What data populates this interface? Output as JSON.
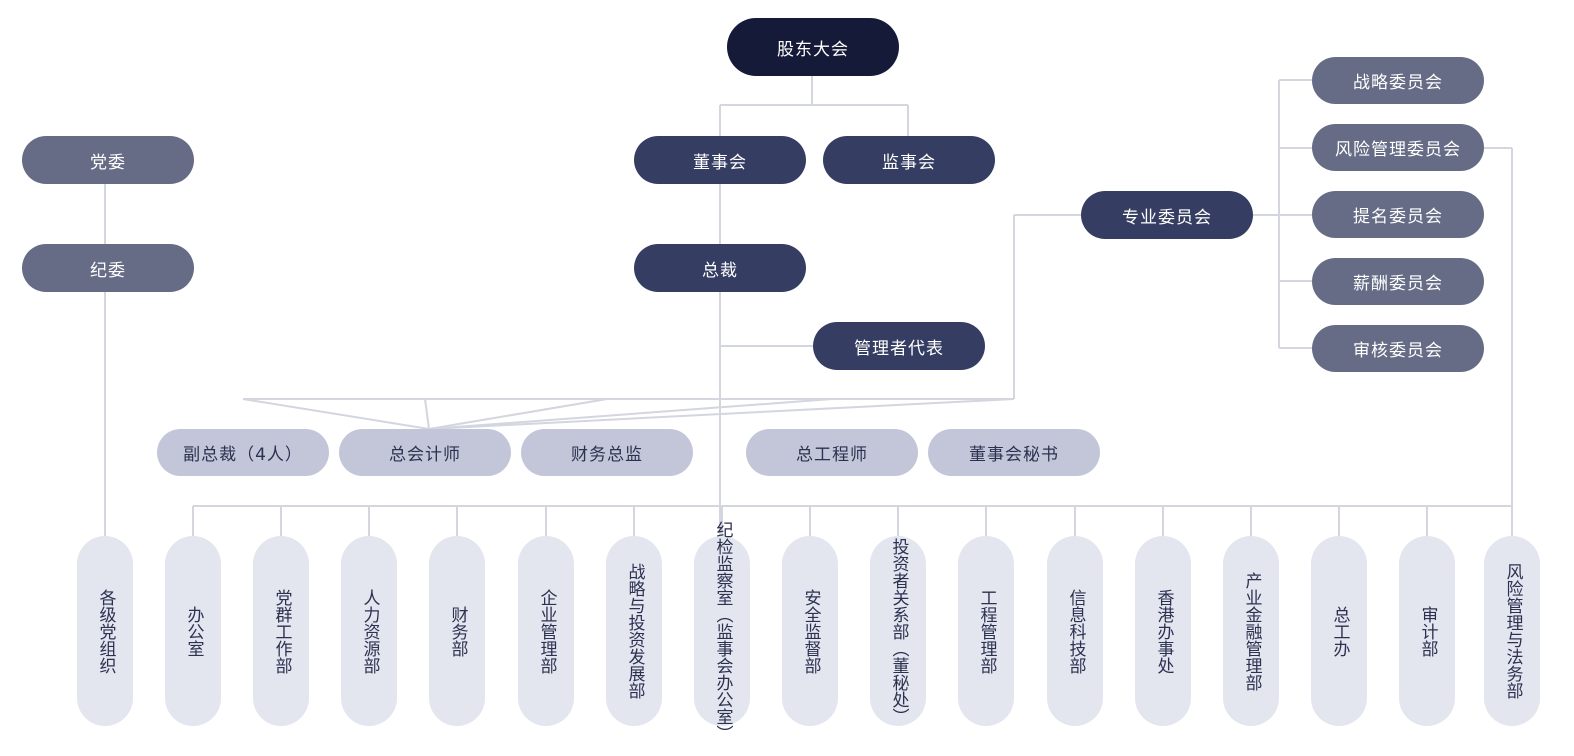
{
  "org": {
    "top": "股东大会",
    "board": "董事会",
    "supervisory": "监事会",
    "president": "总裁",
    "mgmt_rep": "管理者代表",
    "special_committee": "专业委员会",
    "party_committee": "党委",
    "discipline_committee": "纪委",
    "committees": [
      "战略委员会",
      "风险管理委员会",
      "提名委员会",
      "薪酬委员会",
      "审核委员会"
    ],
    "executives": [
      "副总裁（4人）",
      "总会计师",
      "财务总监",
      "总工程师",
      "董事会秘书"
    ],
    "departments": [
      "各级党组织",
      "办公室",
      "党群工作部",
      "人力资源部",
      "财务部",
      "企业管理部",
      "战略与投资发展部",
      "纪检监察室（监事会办公室）",
      "安全监督部",
      "投资者关系部（董秘处）",
      "工程管理部",
      "信息科技部",
      "香港办事处",
      "产业金融管理部",
      "总工办",
      "审计部",
      "风险管理与法务部"
    ]
  },
  "colors": {
    "top": "#151a38",
    "dark": "#363d62",
    "gray": "#666c86",
    "light": "#c3c6d9",
    "dept": "#e3e5ef",
    "line": "#d3d5df"
  }
}
